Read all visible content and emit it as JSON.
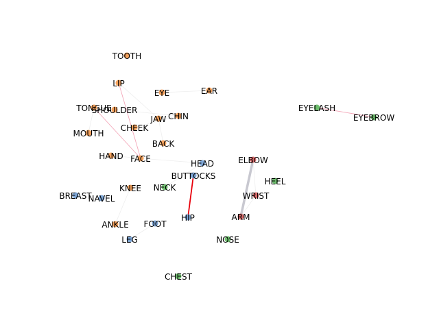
{
  "palette": {
    "orange": "#f5a25d",
    "blue": "#7ea6d6",
    "green": "#6fbf6f",
    "red": "#d96a6a",
    "highlight_edge": "#e8000b",
    "soft_edge": "#f4a7b9",
    "gray_edge": "#c8c8d0",
    "faint_edge": "#eeeeee"
  },
  "nodes": [
    {
      "id": "TOOTH",
      "label": "TOOTH",
      "color": "orange"
    },
    {
      "id": "LIP",
      "label": "LIP",
      "color": "orange"
    },
    {
      "id": "EYE",
      "label": "EYE",
      "color": "orange"
    },
    {
      "id": "EAR",
      "label": "EAR",
      "color": "orange"
    },
    {
      "id": "TONGUE",
      "label": "TONGUE",
      "color": "orange"
    },
    {
      "id": "SHOULDER",
      "label": "SHOULDER",
      "color": "orange"
    },
    {
      "id": "JAW",
      "label": "JAW",
      "color": "orange"
    },
    {
      "id": "CHIN",
      "label": "CHIN",
      "color": "orange"
    },
    {
      "id": "CHEEK",
      "label": "CHEEK",
      "color": "orange"
    },
    {
      "id": "MOUTH",
      "label": "MOUTH",
      "color": "orange"
    },
    {
      "id": "BACK",
      "label": "BACK",
      "color": "orange"
    },
    {
      "id": "HAND",
      "label": "HAND",
      "color": "orange"
    },
    {
      "id": "FACE",
      "label": "FACE",
      "color": "orange"
    },
    {
      "id": "EYELASH",
      "label": "EYELASH",
      "color": "green"
    },
    {
      "id": "EYEBROW",
      "label": "EYEBROW",
      "color": "green"
    },
    {
      "id": "HEAD",
      "label": "HEAD",
      "color": "blue"
    },
    {
      "id": "BUTTOCKS",
      "label": "BUTTOCKS",
      "color": "blue"
    },
    {
      "id": "ELBOW",
      "label": "ELBOW",
      "color": "red"
    },
    {
      "id": "HEEL",
      "label": "HEEL",
      "color": "green"
    },
    {
      "id": "KNEE",
      "label": "KNEE",
      "color": "orange"
    },
    {
      "id": "NECK",
      "label": "NECK",
      "color": "green"
    },
    {
      "id": "BREAST",
      "label": "BREAST",
      "color": "blue"
    },
    {
      "id": "NAVEL",
      "label": "NAVEL",
      "color": "blue"
    },
    {
      "id": "WRIST",
      "label": "WRIST",
      "color": "red"
    },
    {
      "id": "ARM",
      "label": "ARM",
      "color": "red"
    },
    {
      "id": "HIP",
      "label": "HIP",
      "color": "blue"
    },
    {
      "id": "ANKLE",
      "label": "ANKLE",
      "color": "orange"
    },
    {
      "id": "FOOT",
      "label": "FOOT",
      "color": "blue"
    },
    {
      "id": "LEG",
      "label": "LEG",
      "color": "blue"
    },
    {
      "id": "NOSE",
      "label": "NOSE",
      "color": "green"
    },
    {
      "id": "CHEST",
      "label": "CHEST",
      "color": "green"
    }
  ],
  "edges": [
    {
      "from": "BUTTOCKS",
      "to": "HIP",
      "style": "highlight_edge"
    },
    {
      "from": "ELBOW",
      "to": "ARM",
      "style": "gray_edge"
    },
    {
      "from": "ELBOW",
      "to": "WRIST",
      "style": "faint_edge"
    },
    {
      "from": "EYELASH",
      "to": "EYEBROW",
      "style": "soft_edge"
    },
    {
      "from": "LIP",
      "to": "FACE",
      "style": "soft_edge"
    },
    {
      "from": "TONGUE",
      "to": "FACE",
      "style": "soft_edge"
    },
    {
      "from": "LIP",
      "to": "JAW",
      "style": "faint_edge"
    },
    {
      "from": "SHOULDER",
      "to": "CHIN",
      "style": "faint_edge"
    },
    {
      "from": "JAW",
      "to": "BACK",
      "style": "faint_edge"
    },
    {
      "from": "CHEEK",
      "to": "CHIN",
      "style": "faint_edge"
    },
    {
      "from": "MOUTH",
      "to": "TONGUE",
      "style": "faint_edge"
    },
    {
      "from": "FACE",
      "to": "HEAD",
      "style": "faint_edge"
    },
    {
      "from": "HAND",
      "to": "FACE",
      "style": "faint_edge"
    },
    {
      "from": "KNEE",
      "to": "ANKLE",
      "style": "faint_edge"
    },
    {
      "from": "FOOT",
      "to": "LEG",
      "style": "faint_edge"
    },
    {
      "from": "NECK",
      "to": "HEAD",
      "style": "faint_edge"
    },
    {
      "from": "ARM",
      "to": "WRIST",
      "style": "faint_edge"
    },
    {
      "from": "EAR",
      "to": "EYE",
      "style": "faint_edge"
    }
  ]
}
